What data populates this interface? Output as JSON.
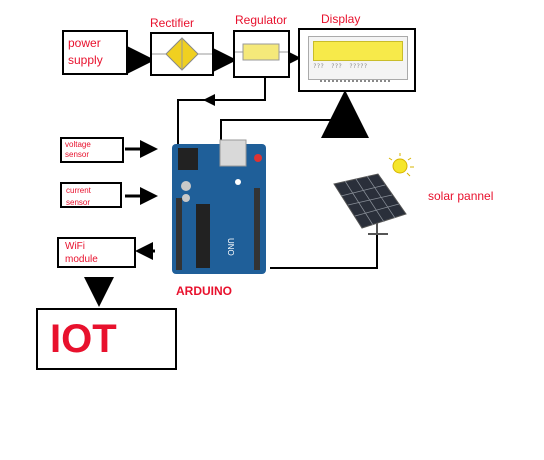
{
  "labels": {
    "power_supply": "power\nsupply",
    "rectifier": "Rectifier",
    "regulator": "Regulator",
    "display": "Display",
    "voltage_sensor": "voltage\nsensor",
    "current_sensor": "current\nsensor",
    "wifi_module": "WiFi\nmodule",
    "arduino": "ARDUINO",
    "iot": "IOT",
    "solar_panel": "solar pannel"
  },
  "display_screen": {
    "bottom_text": "???  ???  ?????"
  },
  "colors": {
    "label_red": "#e8112d",
    "arduino_blue": "#1f5f99",
    "display_yellow": "#f7ea4a",
    "rectifier_yellow": "#f0d020",
    "sun_yellow": "#f5e62a",
    "panel_dark": "#2a2f3a"
  }
}
